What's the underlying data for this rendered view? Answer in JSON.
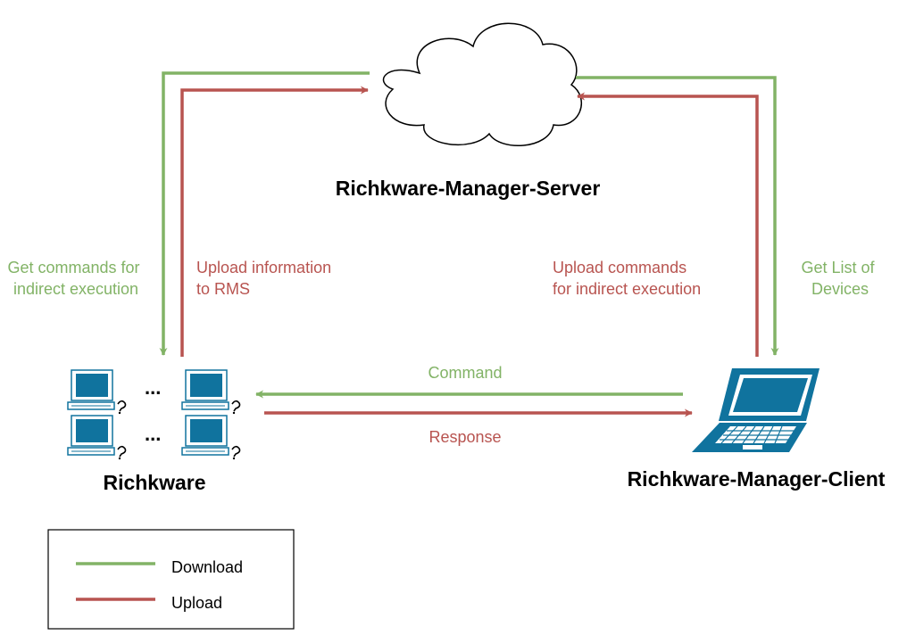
{
  "colors": {
    "download": "#82b366",
    "upload": "#b85450",
    "device_fill": "#10739e"
  },
  "nodes": {
    "server": "Richkware-Manager-Server",
    "richkware": "Richkware",
    "client": "Richkware-Manager-Client",
    "ellipsis_top": "...",
    "ellipsis_bottom": "..."
  },
  "edges": {
    "get_commands": [
      "Get commands for",
      "indirect execution"
    ],
    "upload_info": [
      "Upload information",
      "to RMS"
    ],
    "upload_commands": [
      "Upload commands",
      "for indirect execution"
    ],
    "get_list": [
      "Get List of",
      "Devices"
    ],
    "command": "Command",
    "response": "Response"
  },
  "legend": {
    "download": "Download",
    "upload": "Upload"
  },
  "icons": [
    "cloud-icon",
    "computer-icon",
    "laptop-icon"
  ]
}
